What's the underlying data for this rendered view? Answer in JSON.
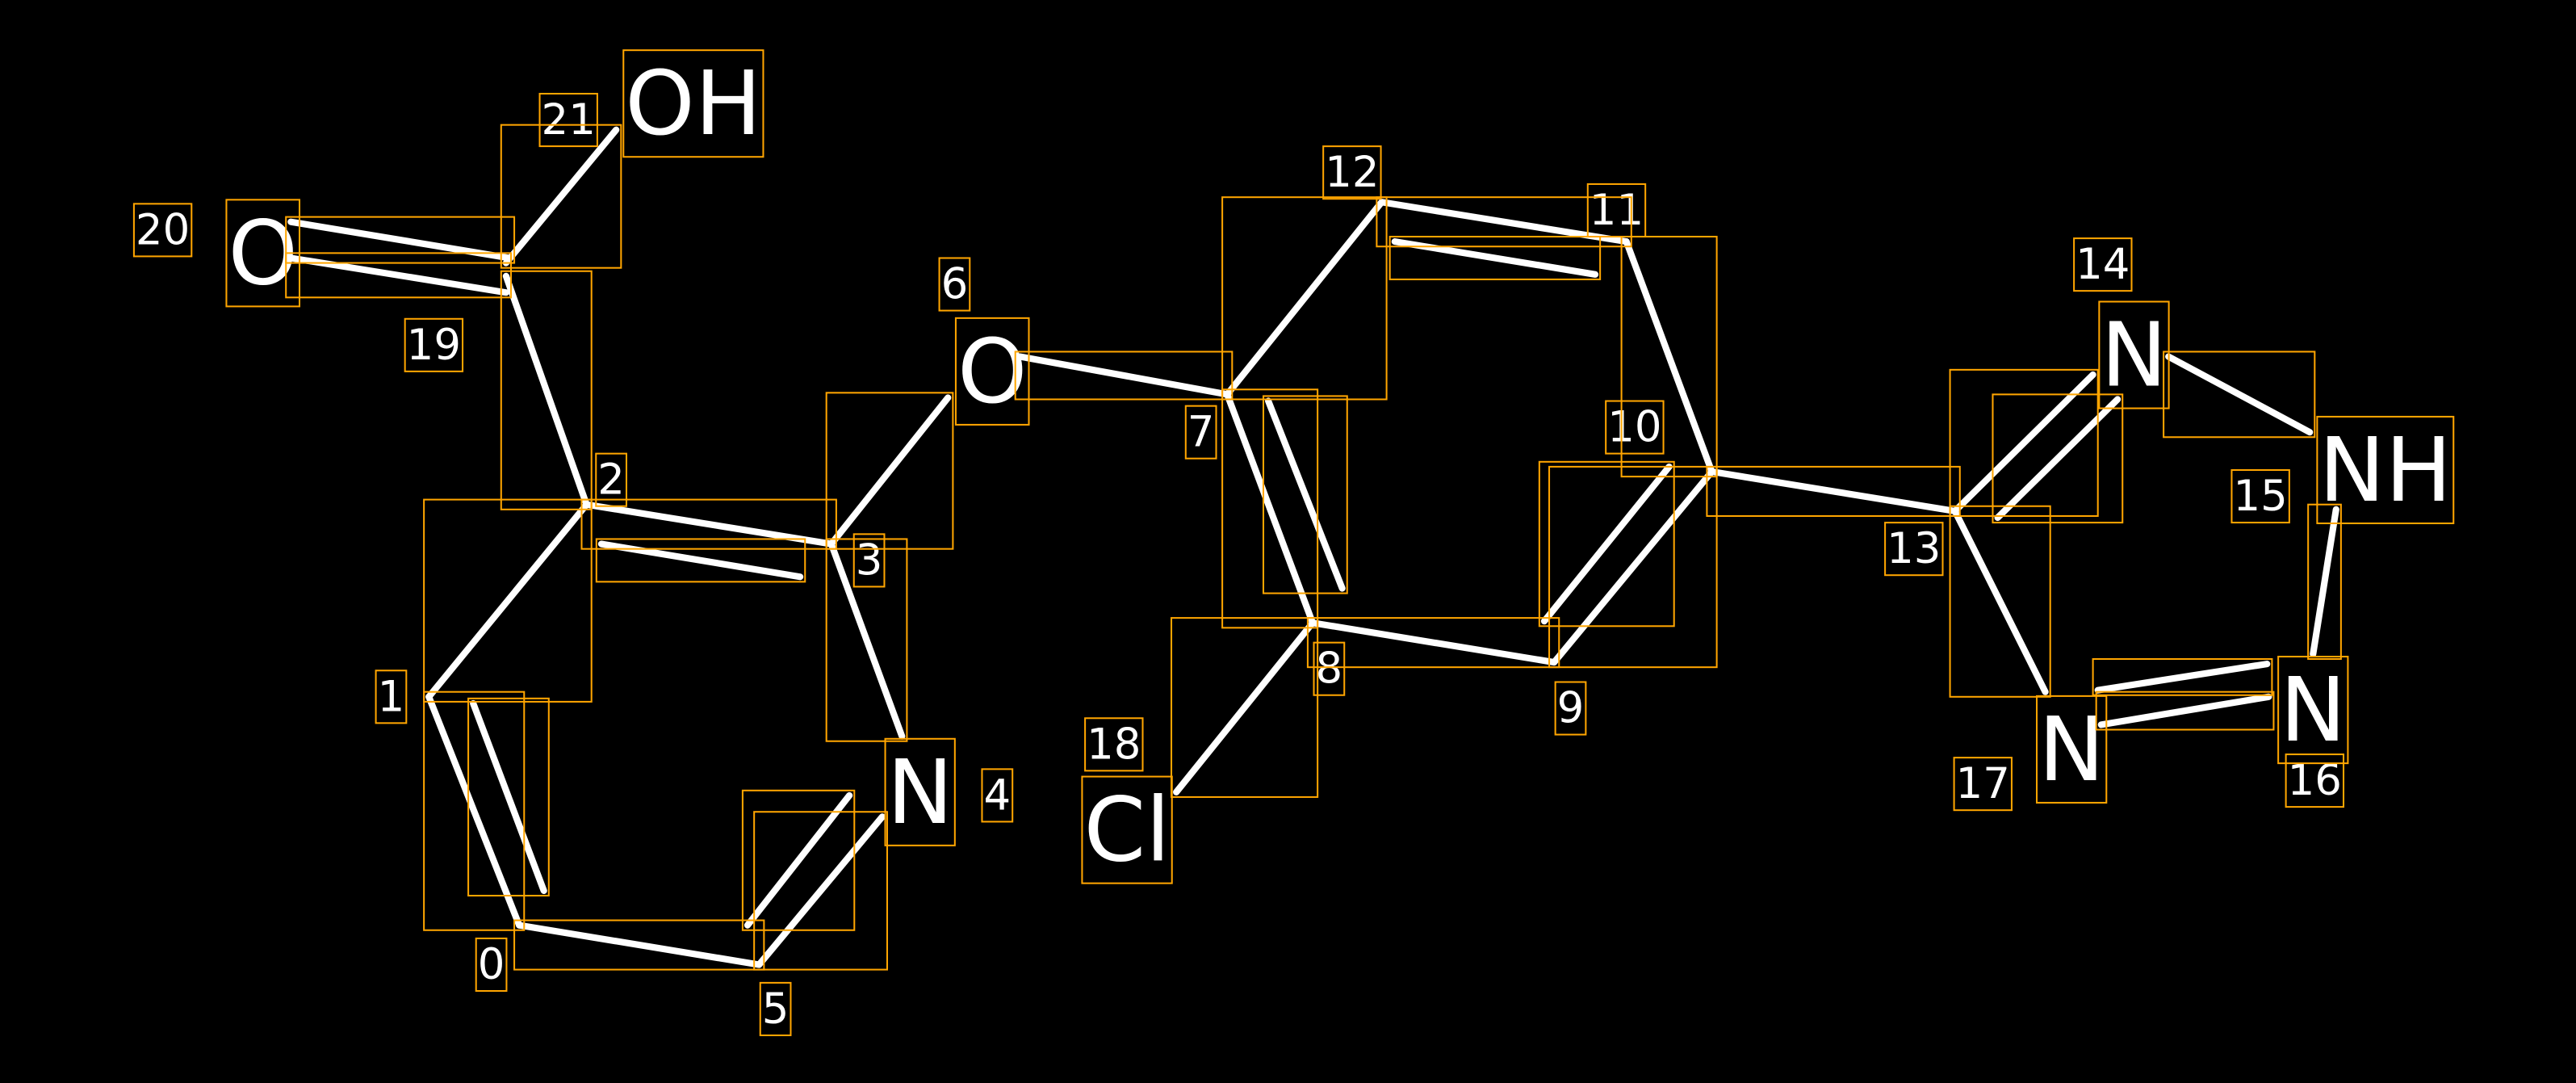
{
  "colors": {
    "background": "#000000",
    "bond": "#FFFFFF",
    "box": "#FFA500",
    "text": "#FFFFFF"
  },
  "index_labels": [
    "0",
    "1",
    "2",
    "3",
    "4",
    "5",
    "6",
    "7",
    "8",
    "9",
    "10",
    "11",
    "12",
    "13",
    "14",
    "15",
    "16",
    "17",
    "18",
    "19",
    "20",
    "21"
  ],
  "element_labels": {
    "n4": "N",
    "o6": "O",
    "n14": "N",
    "nh15": "NH",
    "n16": "N",
    "n17": "N",
    "cl18": "Cl",
    "o20": "O",
    "oh21": "OH"
  }
}
